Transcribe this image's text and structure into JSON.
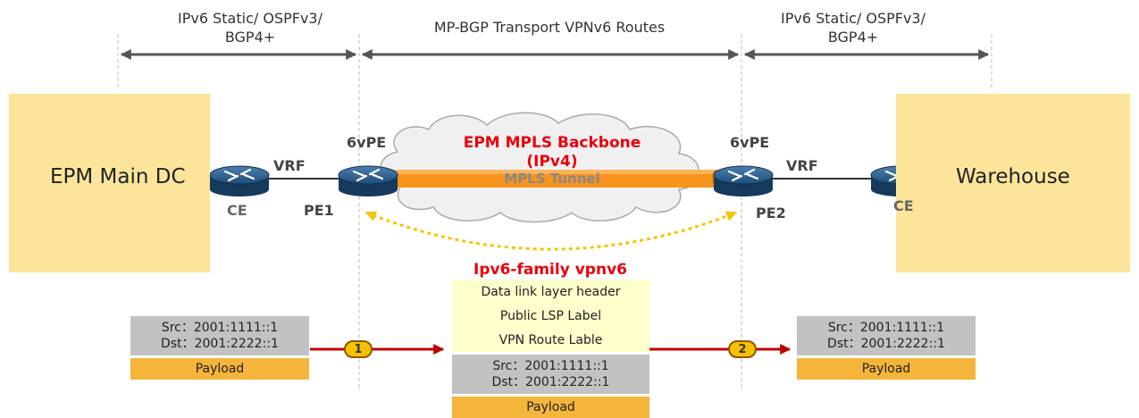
{
  "spans": {
    "left": "IPv6 Static/ OSPFv3/ BGP4+",
    "middle": "MP-BGP Transport VPNv6 Routes",
    "right": "IPv6 Static/ OSPFv3/ BGP4+"
  },
  "sites": {
    "left": "EPM Main DC",
    "right": "Warehouse"
  },
  "devices": {
    "ce_left": "CE",
    "pe1": "PE1",
    "pe1_role": "6vPE",
    "pe2": "PE2",
    "pe2_role": "6vPE",
    "ce_right": "CE",
    "vrf_left": "VRF",
    "vrf_right": "VRF"
  },
  "backbone": {
    "title": "EPM MPLS Backbone",
    "subtitle": "(IPv4)",
    "tunnel": "MPLS Tunnel"
  },
  "family_label": "Ipv6-family vpnv6",
  "packet_left": {
    "src": "Src：2001:1111::1",
    "dst": "Dst：2001:2222::1",
    "payload": "Payload"
  },
  "packet_middle": {
    "header": "Data link layer header",
    "lsp": "Public LSP Label",
    "vpn": "VPN Route Lable",
    "src": "Src：2001:1111::1",
    "dst": "Dst：2001:2222::1",
    "payload": "Payload"
  },
  "packet_right": {
    "src": "Src：2001:1111::1",
    "dst": "Dst：2001:2222::1",
    "payload": "Payload"
  },
  "steps": {
    "first": "1",
    "second": "2"
  },
  "colors": {
    "site": "#fce49a",
    "accent_red": "#e8000b",
    "tunnel": "#f7941d",
    "flow_arrow": "#c00000",
    "vpn_dashed_arrow": "#f5c400",
    "router": "#1f4e79"
  }
}
